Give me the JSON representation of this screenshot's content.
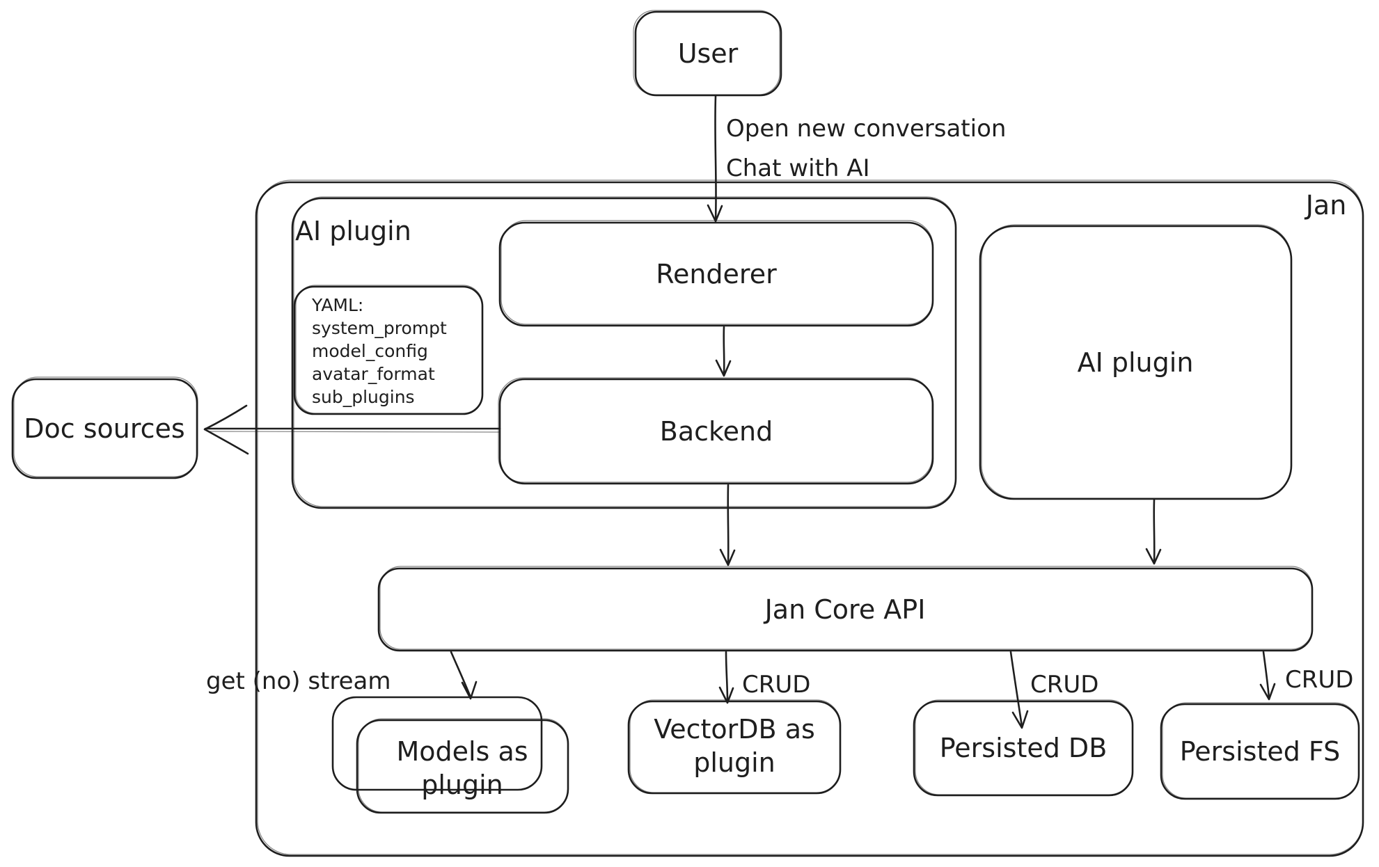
{
  "diagram": {
    "canvas_background": "#ffffff",
    "stroke_color": "#1e1e1e",
    "nodes": {
      "user": "User",
      "jan": "Jan",
      "ai_plugin_left": "AI plugin",
      "renderer": "Renderer",
      "backend": "Backend",
      "ai_plugin_right": "AI plugin",
      "doc_sources": "Doc sources",
      "jan_core_api": "Jan Core API",
      "models_line1": "Models as",
      "models_line2": "plugin",
      "vectordb_line1": "VectorDB as",
      "vectordb_line2": "plugin",
      "persisted_db": "Persisted DB",
      "persisted_fs": "Persisted FS"
    },
    "note": {
      "line0": "YAML:",
      "line1": "system_prompt",
      "line2": "model_config",
      "line3": "avatar_format",
      "line4": "sub_plugins"
    },
    "edge_labels": {
      "user_edge_line1": "Open new conversation",
      "user_edge_line2": "Chat with AI",
      "models_edge": "get (no) stream",
      "vectordb_edge": "CRUD",
      "persisted_db_edge": "CRUD",
      "persisted_fs_edge": "CRUD"
    }
  }
}
